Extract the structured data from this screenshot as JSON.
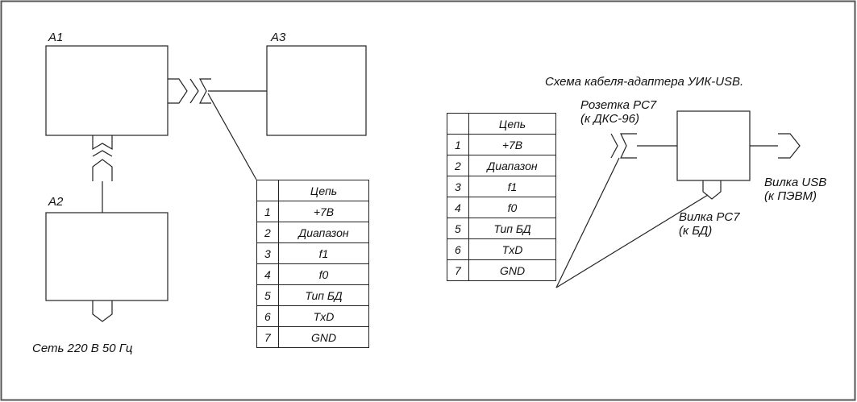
{
  "left_diagram": {
    "block_a1": "А1",
    "block_a2": "А2",
    "block_a3": "А3",
    "mains_label": "Сеть 220 В 50 Гц",
    "pin_table": {
      "header": [
        "",
        "Цепь"
      ],
      "rows": [
        [
          "1",
          "+7В"
        ],
        [
          "2",
          "Диапазон"
        ],
        [
          "3",
          "f1"
        ],
        [
          "4",
          "f0"
        ],
        [
          "5",
          "Тип БД"
        ],
        [
          "6",
          "TxD"
        ],
        [
          "7",
          "GND"
        ]
      ]
    }
  },
  "right_diagram": {
    "title": "Схема кабеля-адаптера УИК-USB.",
    "socket_label_1": "Розетка РС7",
    "socket_label_2": "(к ДКС-96)",
    "plug_rs7_label_1": "Вилка РС7",
    "plug_rs7_label_2": "(к БД)",
    "plug_usb_label_1": "Вилка USB",
    "plug_usb_label_2": "(к ПЭВМ)",
    "pin_table": {
      "header": [
        "",
        "Цепь"
      ],
      "rows": [
        [
          "1",
          "+7В"
        ],
        [
          "2",
          "Диапазон"
        ],
        [
          "3",
          "f1"
        ],
        [
          "4",
          "f0"
        ],
        [
          "5",
          "Тип БД"
        ],
        [
          "6",
          "TxD"
        ],
        [
          "7",
          "GND"
        ]
      ]
    }
  },
  "colors": {
    "line": "#222222",
    "background": "#ffffff",
    "frame": "#555555"
  }
}
